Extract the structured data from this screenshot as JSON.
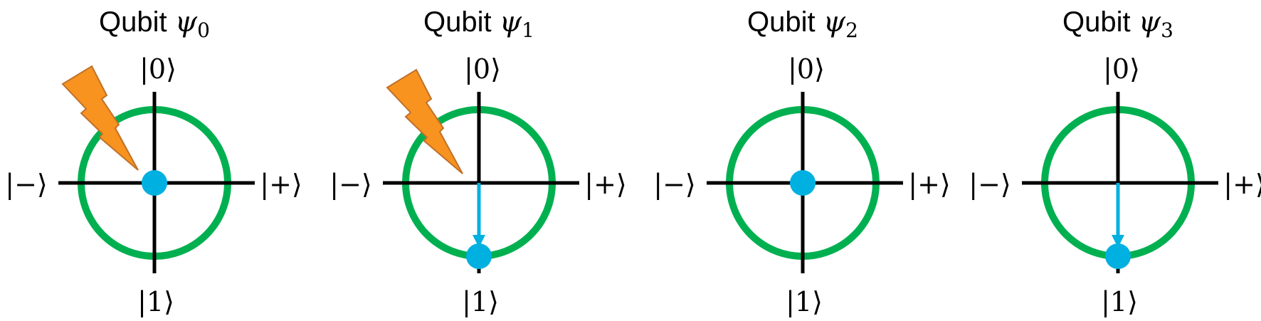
{
  "colors": {
    "circle": "#00B050",
    "axis": "#000000",
    "state": "#00B0E0",
    "bolt_fill": "#F7931E",
    "bolt_stroke": "#C0702A"
  },
  "panels": [
    {
      "title": "Qubit ",
      "psi": "ψ",
      "sub": "0",
      "ket0": "|0⟩",
      "ket1": "|1⟩",
      "ketminus": "|−⟩",
      "ketplus": "|+⟩",
      "state": "center",
      "error_bolt": true,
      "arrow": false
    },
    {
      "title": "Qubit ",
      "psi": "ψ",
      "sub": "1",
      "ket0": "|0⟩",
      "ket1": "|1⟩",
      "ketminus": "|−⟩",
      "ketplus": "|+⟩",
      "state": "one",
      "error_bolt": true,
      "arrow": true
    },
    {
      "title": "Qubit ",
      "psi": "ψ",
      "sub": "2",
      "ket0": "|0⟩",
      "ket1": "|1⟩",
      "ketminus": "|−⟩",
      "ketplus": "|+⟩",
      "state": "center",
      "error_bolt": false,
      "arrow": false
    },
    {
      "title": "Qubit ",
      "psi": "ψ",
      "sub": "3",
      "ket0": "|0⟩",
      "ket1": "|1⟩",
      "ketminus": "|−⟩",
      "ketplus": "|+⟩",
      "state": "one",
      "error_bolt": false,
      "arrow": true
    }
  ]
}
